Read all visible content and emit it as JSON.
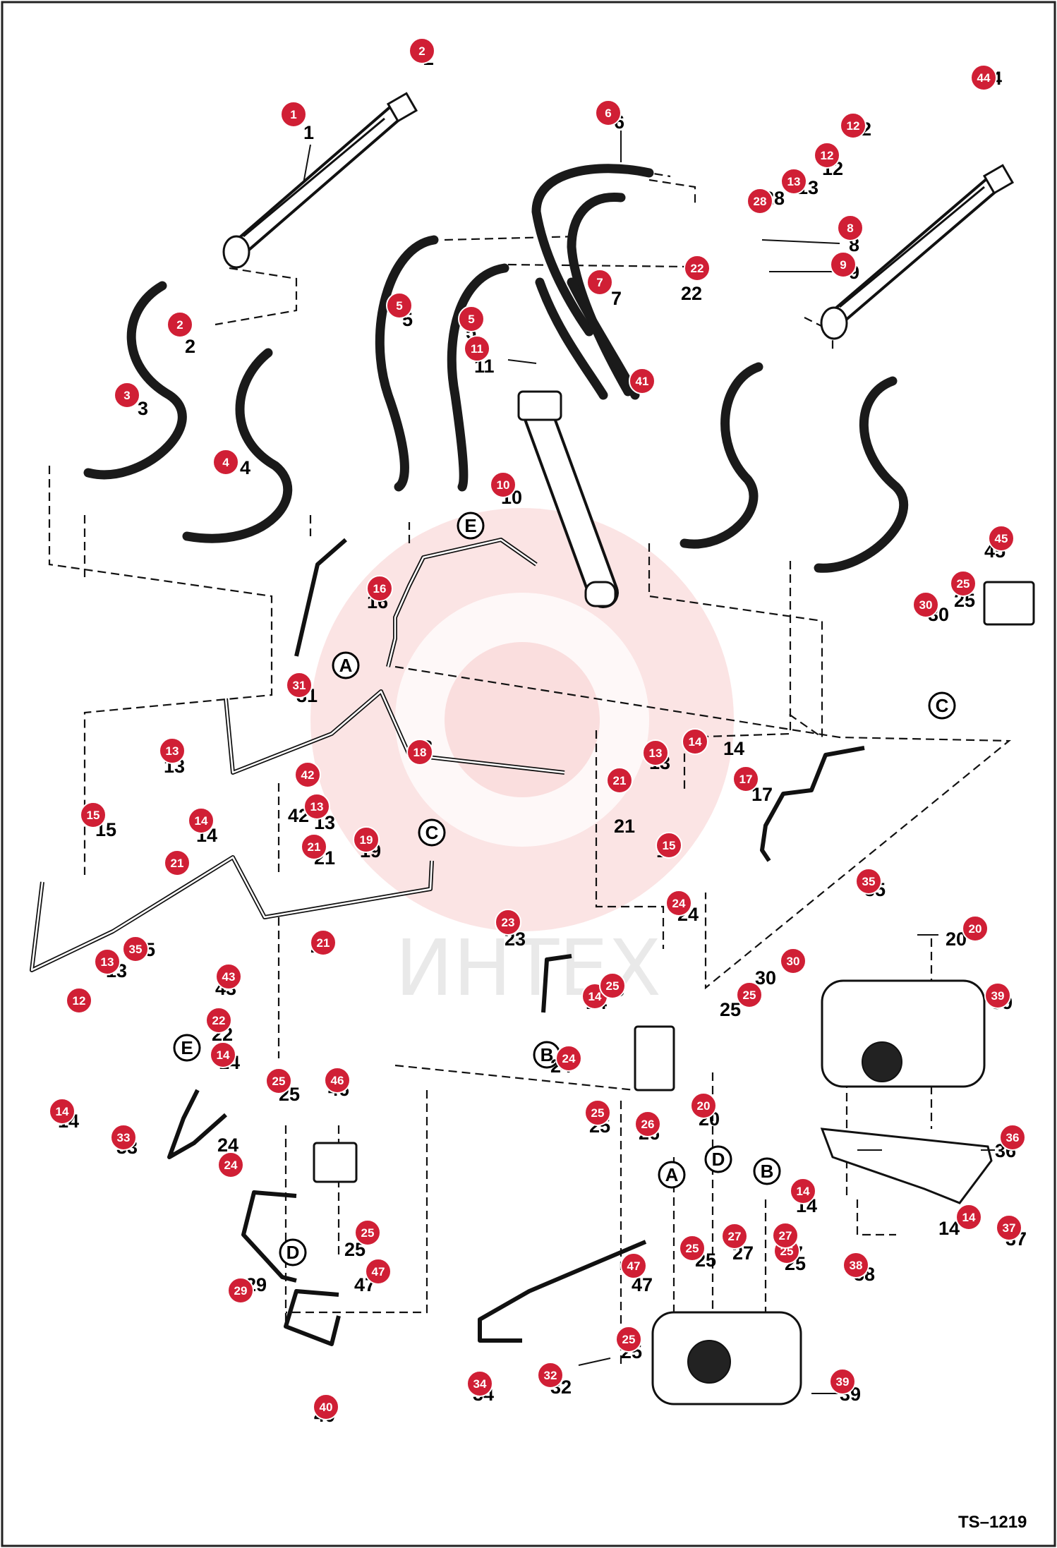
{
  "drawing": {
    "code": "TS–1219",
    "watermark_text": "ИНТЕХ"
  },
  "colors": {
    "callout_fill": "#d01f35",
    "line": "#111111",
    "watermark": "#e85a5a"
  },
  "connectors": [
    "A",
    "B",
    "C",
    "D",
    "E"
  ],
  "callouts": [
    "1",
    "2",
    "3",
    "4",
    "5",
    "6",
    "7",
    "8",
    "9",
    "10",
    "11",
    "12",
    "13",
    "14",
    "15",
    "16",
    "17",
    "18",
    "19",
    "20",
    "21",
    "22",
    "23",
    "24",
    "25",
    "26",
    "27",
    "28",
    "29",
    "30",
    "31",
    "32",
    "33",
    "34",
    "35",
    "36",
    "37",
    "38",
    "39",
    "40",
    "41",
    "42",
    "43",
    "44",
    "45",
    "46",
    "47"
  ]
}
